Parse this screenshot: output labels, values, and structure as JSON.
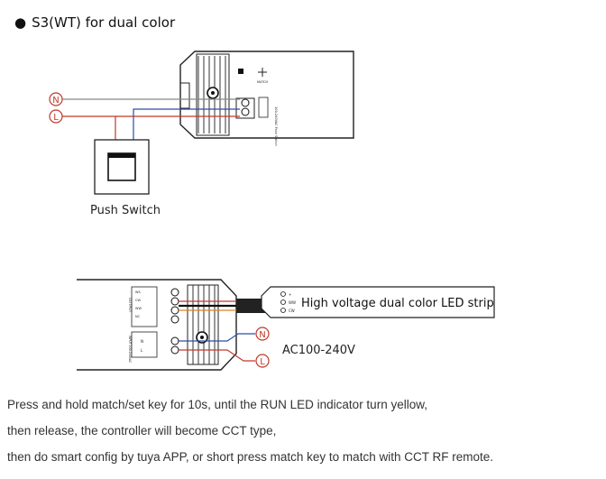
{
  "section": {
    "bullet": "●",
    "title": "S3(WT) for dual color"
  },
  "diagram_top": {
    "terminal_n": "N",
    "terminal_l": "L",
    "switch_caption": "Push Switch",
    "device_label_match": "MATCH",
    "device_label_side": "100-240VAC Push Switch"
  },
  "diagram_bottom": {
    "output_label": "OUTPUT",
    "output_pins": [
      "WS",
      "CW",
      "WW",
      "NC"
    ],
    "input_label": "INPUT 100-240VAC",
    "input_pins": [
      "N",
      "L"
    ],
    "strip_label": "High voltage dual color LED strip",
    "strip_pins": [
      "+",
      "WW",
      "CW"
    ],
    "terminal_n": "N",
    "terminal_l": "L",
    "supply_label": "AC100-240V"
  },
  "instructions": [
    "Press and hold match/set key for 10s, until the RUN LED indicator turn yellow,",
    "then release, the controller will become CCT type,",
    "then do smart config by tuya APP, or short press match key to match with CCT RF remote."
  ],
  "colors": {
    "wire_red": "#c0392b",
    "wire_blue": "#2e4ea3",
    "wire_black": "#111111",
    "wire_orange": "#e08020",
    "outline": "#222222"
  }
}
